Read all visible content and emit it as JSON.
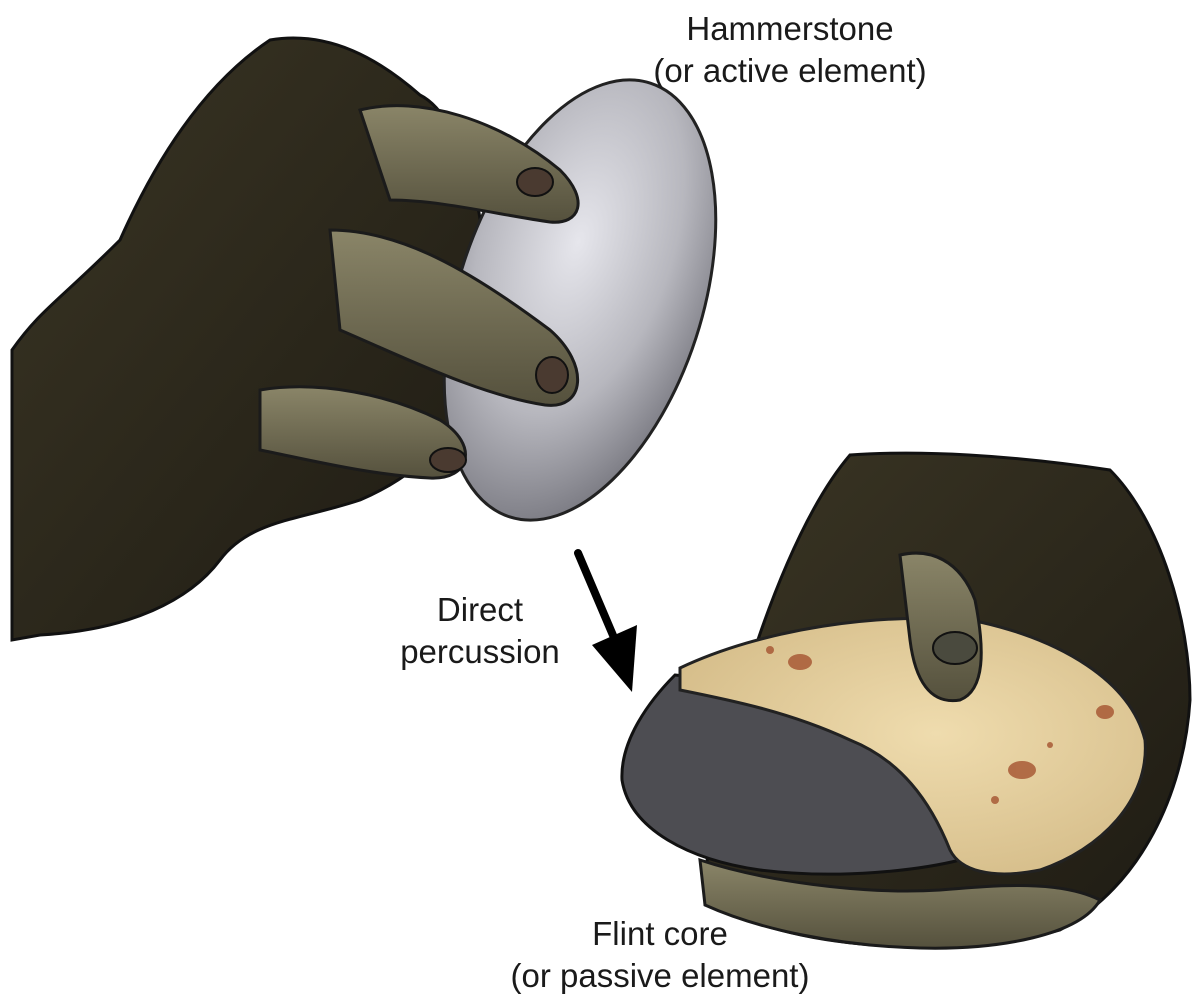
{
  "labels": {
    "hammerstone": {
      "line1": "Hammerstone",
      "line2": "(or active element)"
    },
    "percussion": {
      "line1": "Direct",
      "line2": "percussion"
    },
    "core": {
      "line1": "Flint core",
      "line2": "(or passive element)"
    }
  },
  "colors": {
    "background": "#ffffff",
    "fur": "#2e2a1f",
    "skin": "#6f6a52",
    "hammerstone": "#b9b9c0",
    "flint_cortex": "#e3cfa0",
    "flint_dark": "#4a4a4d",
    "arrow": "#000000",
    "text": "#1a1a1a"
  }
}
